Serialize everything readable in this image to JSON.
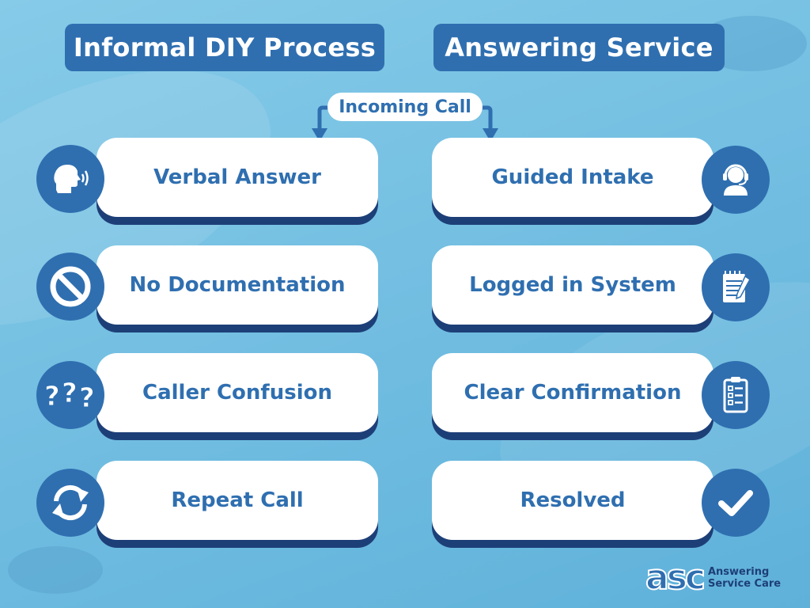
{
  "headers": {
    "left": "Informal DIY Process",
    "right": "Answering Service"
  },
  "incoming_label": "Incoming Call",
  "left_steps": [
    {
      "label": "Verbal Answer",
      "icon": "speaking-head-icon"
    },
    {
      "label": "No Documentation",
      "icon": "prohibited-icon"
    },
    {
      "label": "Caller Confusion",
      "icon": "question-marks-icon"
    },
    {
      "label": "Repeat Call",
      "icon": "refresh-arrows-icon"
    }
  ],
  "right_steps": [
    {
      "label": "Guided Intake",
      "icon": "headset-agent-icon"
    },
    {
      "label": "Logged in System",
      "icon": "notepad-pencil-icon"
    },
    {
      "label": "Clear Confirmation",
      "icon": "checklist-clipboard-icon"
    },
    {
      "label": "Resolved",
      "icon": "checkmark-icon"
    }
  ],
  "logo": {
    "mark": "asc",
    "line1": "Answering",
    "line2": "Service Care"
  },
  "colors": {
    "background": "#74bfe2",
    "brand_blue": "#2f6fb0",
    "card_shadow": "#1d3f78",
    "card": "#ffffff"
  }
}
